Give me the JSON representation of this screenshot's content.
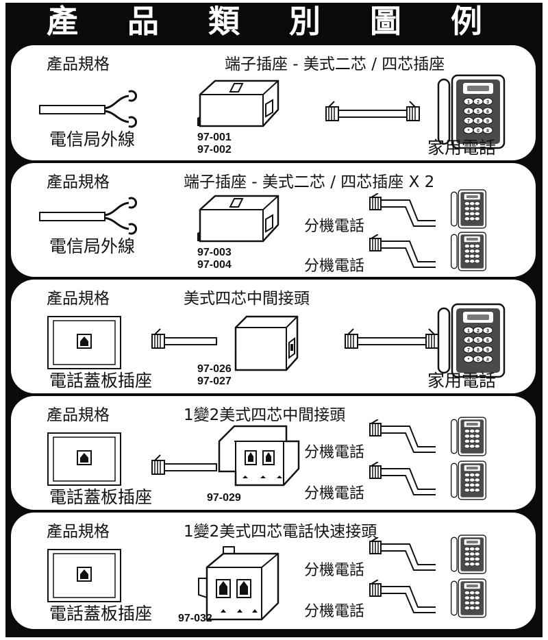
{
  "title": "產 品 類 別 圖 例",
  "panels": [
    {
      "spec_label": "產品規格",
      "name": "端子插座 - 美式二芯 / 四芯插座",
      "left_caption": "電信局外線",
      "right_caption": "家用電話",
      "codes": [
        "97-001",
        "97-002"
      ]
    },
    {
      "spec_label": "產品規格",
      "name": "端子插座 - 美式二芯 / 四芯插座 X 2",
      "left_caption": "電信局外線",
      "ext_labels": [
        "分機電話",
        "分機電話"
      ],
      "codes": [
        "97-003",
        "97-004"
      ]
    },
    {
      "spec_label": "產品規格",
      "name": "美式四芯中間接頭",
      "left_caption": "電話蓋板插座",
      "right_caption": "家用電話",
      "codes": [
        "97-026",
        "97-027"
      ]
    },
    {
      "spec_label": "產品規格",
      "name": "1變2美式四芯中間接頭",
      "left_caption": "電話蓋板插座",
      "ext_labels": [
        "分機電話",
        "分機電話"
      ],
      "codes": [
        "97-029"
      ]
    },
    {
      "spec_label": "產品規格",
      "name": "1變2美式四芯電話快速接頭",
      "left_caption": "電話蓋板插座",
      "ext_labels": [
        "分機電話",
        "分機電話"
      ],
      "codes": [
        "97-032"
      ]
    }
  ],
  "keypad_keys": [
    "1",
    "2",
    "3",
    "4",
    "5",
    "6",
    "7",
    "8",
    "9",
    "*",
    "0",
    "#"
  ]
}
